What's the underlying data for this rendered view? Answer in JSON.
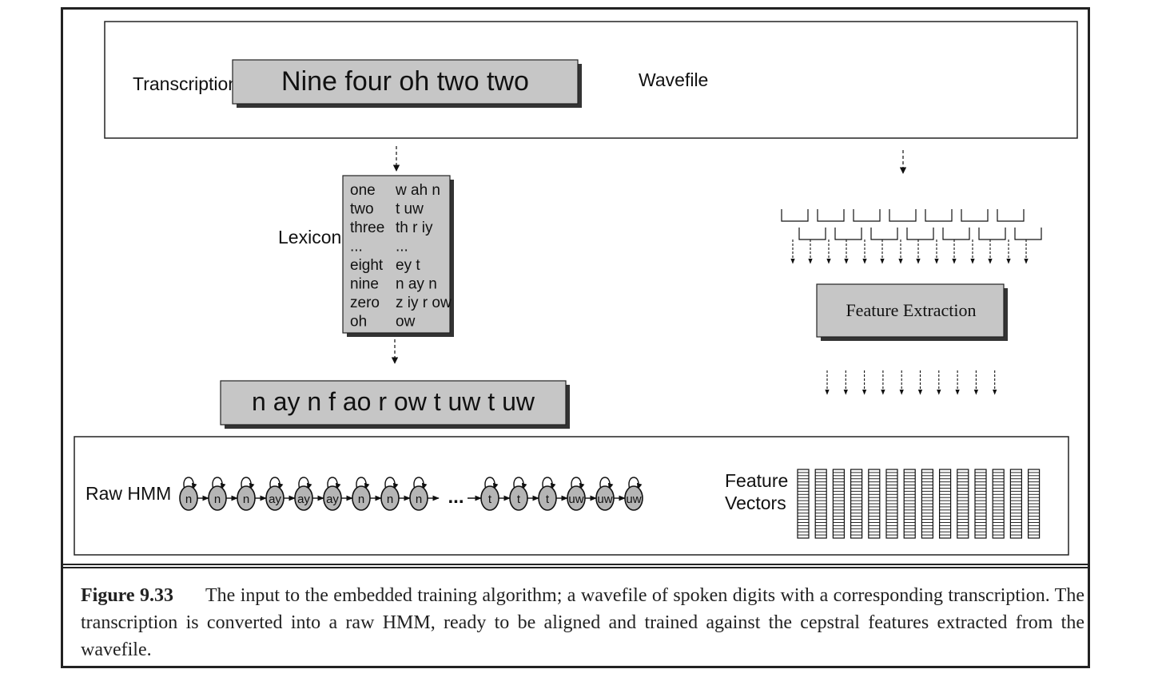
{
  "transcription": {
    "label": "Transcription",
    "text": "Nine four oh two two"
  },
  "wavefile": {
    "label": "Wavefile"
  },
  "lexicon": {
    "label": "Lexicon",
    "entries": [
      {
        "word": "one",
        "pron": "w ah n"
      },
      {
        "word": "two",
        "pron": "t uw"
      },
      {
        "word": "three",
        "pron": "th r iy"
      },
      {
        "word": "...",
        "pron": "..."
      },
      {
        "word": "eight",
        "pron": "ey t"
      },
      {
        "word": "nine",
        "pron": "n ay n"
      },
      {
        "word": "zero",
        "pron": "z iy r ow"
      },
      {
        "word": "oh",
        "pron": "ow"
      }
    ]
  },
  "phone_sequence": {
    "text": "n ay n f ao r ow t uw t uw"
  },
  "feature_extraction": {
    "label": "Feature Extraction"
  },
  "raw_hmm": {
    "label": "Raw HMM",
    "states_left": [
      "n",
      "n",
      "n",
      "ay",
      "ay",
      "ay",
      "n",
      "n",
      "n"
    ],
    "ellipsis": "...",
    "states_right": [
      "t",
      "t",
      "t",
      "uw",
      "uw",
      "uw"
    ]
  },
  "feature_vectors": {
    "label_line1": "Feature",
    "label_line2": "Vectors",
    "count": 14
  },
  "caption": {
    "label": "Figure 9.33",
    "text": "The input to the embedded training algorithm; a wavefile of spoken digits with a corresponding transcription. The transcription is converted into a raw HMM, ready to be aligned and trained against the cepstral features extracted from the wavefile."
  },
  "colors": {
    "box_fill": "#c6c6c6",
    "shadow": "#333333",
    "state_fill": "#b5b5b5"
  }
}
